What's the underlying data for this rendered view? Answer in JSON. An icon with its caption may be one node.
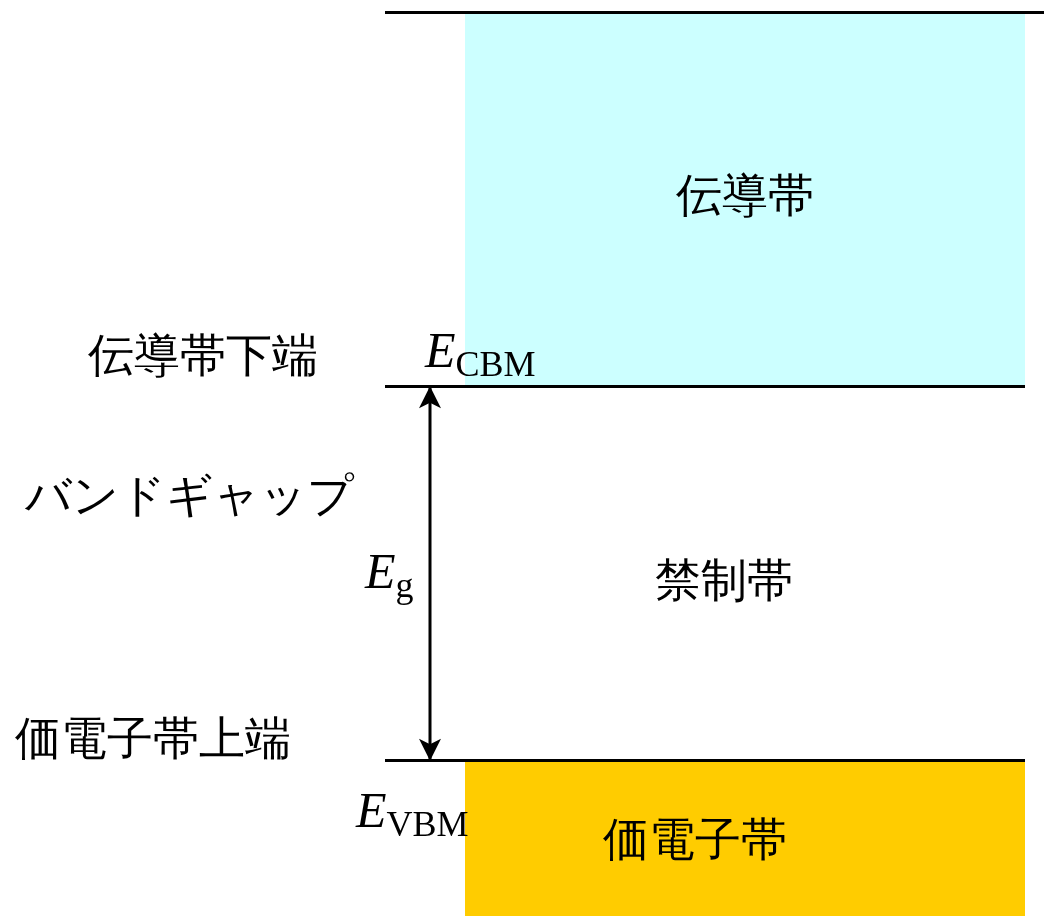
{
  "diagram": {
    "nodes": [
      {
        "text": [
          "伝導帯"
        ]
      },
      {
        "text": [],
        "shape": "bar"
      },
      {
        "text": [],
        "shape": "bar"
      },
      {
        "text": [
          "価電子帯"
        ]
      }
    ],
    "edges": [
      {
        "from": 1,
        "to": 2,
        "arrow": "both",
        "label": "*E*$_{g}$"
      }
    ],
    "labels": [
      "伝導帯下端",
      "*E*$_{CBM}$",
      "バンドギャップ",
      "禁制帯",
      "価電子帯上端",
      "*E*$_{VBM}$"
    ]
  }
}
